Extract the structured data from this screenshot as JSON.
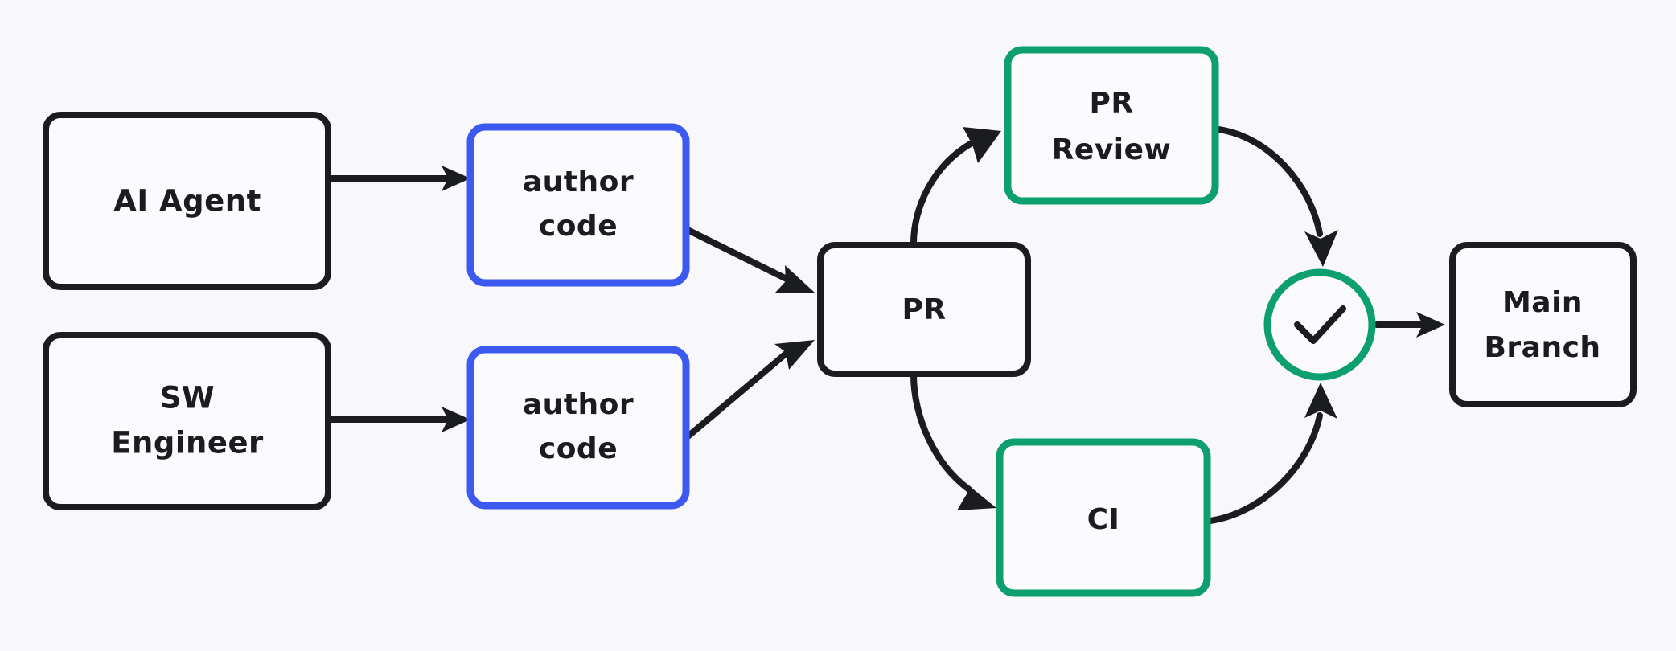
{
  "diagram": {
    "title": "AI Agent and SW Engineer code authoring to main branch flow",
    "background_color": "#f7f7fc",
    "colors": {
      "black": "#1b1c20",
      "blue": "#3d5af0",
      "green": "#0e9f6e",
      "box_fill": "#fbfbfe"
    },
    "nodes": {
      "ai_agent": {
        "label": "AI Agent",
        "color": "#1b1c20"
      },
      "sw_engineer_line1": {
        "label": "SW"
      },
      "sw_engineer_line2": {
        "label": "Engineer"
      },
      "author_code_top_line1": {
        "label": "author"
      },
      "author_code_top_line2": {
        "label": "code"
      },
      "author_code_bottom_line1": {
        "label": "author"
      },
      "author_code_bottom_line2": {
        "label": "code"
      },
      "pr": {
        "label": "PR",
        "color": "#1b1c20"
      },
      "pr_review_line1": {
        "label": "PR"
      },
      "pr_review_line2": {
        "label": "Review"
      },
      "ci": {
        "label": "CI",
        "color": "#0e9f6e"
      },
      "check": {
        "label": "check-mark",
        "color": "#0e9f6e"
      },
      "main_branch_line1": {
        "label": "Main"
      },
      "main_branch_line2": {
        "label": "Branch"
      }
    },
    "edges": [
      {
        "from": "ai_agent",
        "to": "author_code_top",
        "style": "straight-arrow"
      },
      {
        "from": "sw_engineer",
        "to": "author_code_bottom",
        "style": "straight-arrow"
      },
      {
        "from": "author_code_top",
        "to": "pr",
        "style": "diagonal-arrow"
      },
      {
        "from": "author_code_bottom",
        "to": "pr",
        "style": "diagonal-arrow"
      },
      {
        "from": "pr",
        "to": "pr_review",
        "style": "curved-arrow"
      },
      {
        "from": "pr",
        "to": "ci",
        "style": "curved-arrow"
      },
      {
        "from": "pr_review",
        "to": "check",
        "style": "curved-arrow"
      },
      {
        "from": "ci",
        "to": "check",
        "style": "curved-arrow"
      },
      {
        "from": "check",
        "to": "main_branch",
        "style": "straight-arrow"
      }
    ]
  }
}
